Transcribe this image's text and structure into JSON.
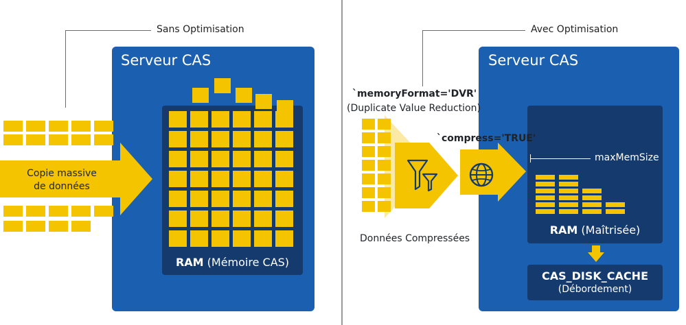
{
  "left": {
    "title": "Sans Optimisation",
    "server_title": "Serveur CAS",
    "arrow_label_line1": "Copie massive",
    "arrow_label_line2": "de données",
    "ram_label_bold": "RAM",
    "ram_label_rest": " (Mémoire CAS)"
  },
  "right": {
    "title": "Avec Optimisation",
    "server_title": "Serveur CAS",
    "memory_format": "`memoryFormat='DVR'",
    "memory_format_desc": "(Duplicate Value Reduction)",
    "compress": "`compress='TRUE'",
    "compressed_label": "Données Compressées",
    "max_mem": "maxMemSize",
    "ram_label_bold": "RAM",
    "ram_label_rest": " (Maîtrisée)",
    "cache_title": "CAS_DISK_CACHE",
    "cache_sub": "(Débordement)"
  },
  "icons": [
    "filter-icon",
    "globe-icon",
    "down-arrow-icon"
  ],
  "colors": {
    "server": "#1b5fb0",
    "ram": "#143a6e",
    "data": "#f5c400"
  }
}
